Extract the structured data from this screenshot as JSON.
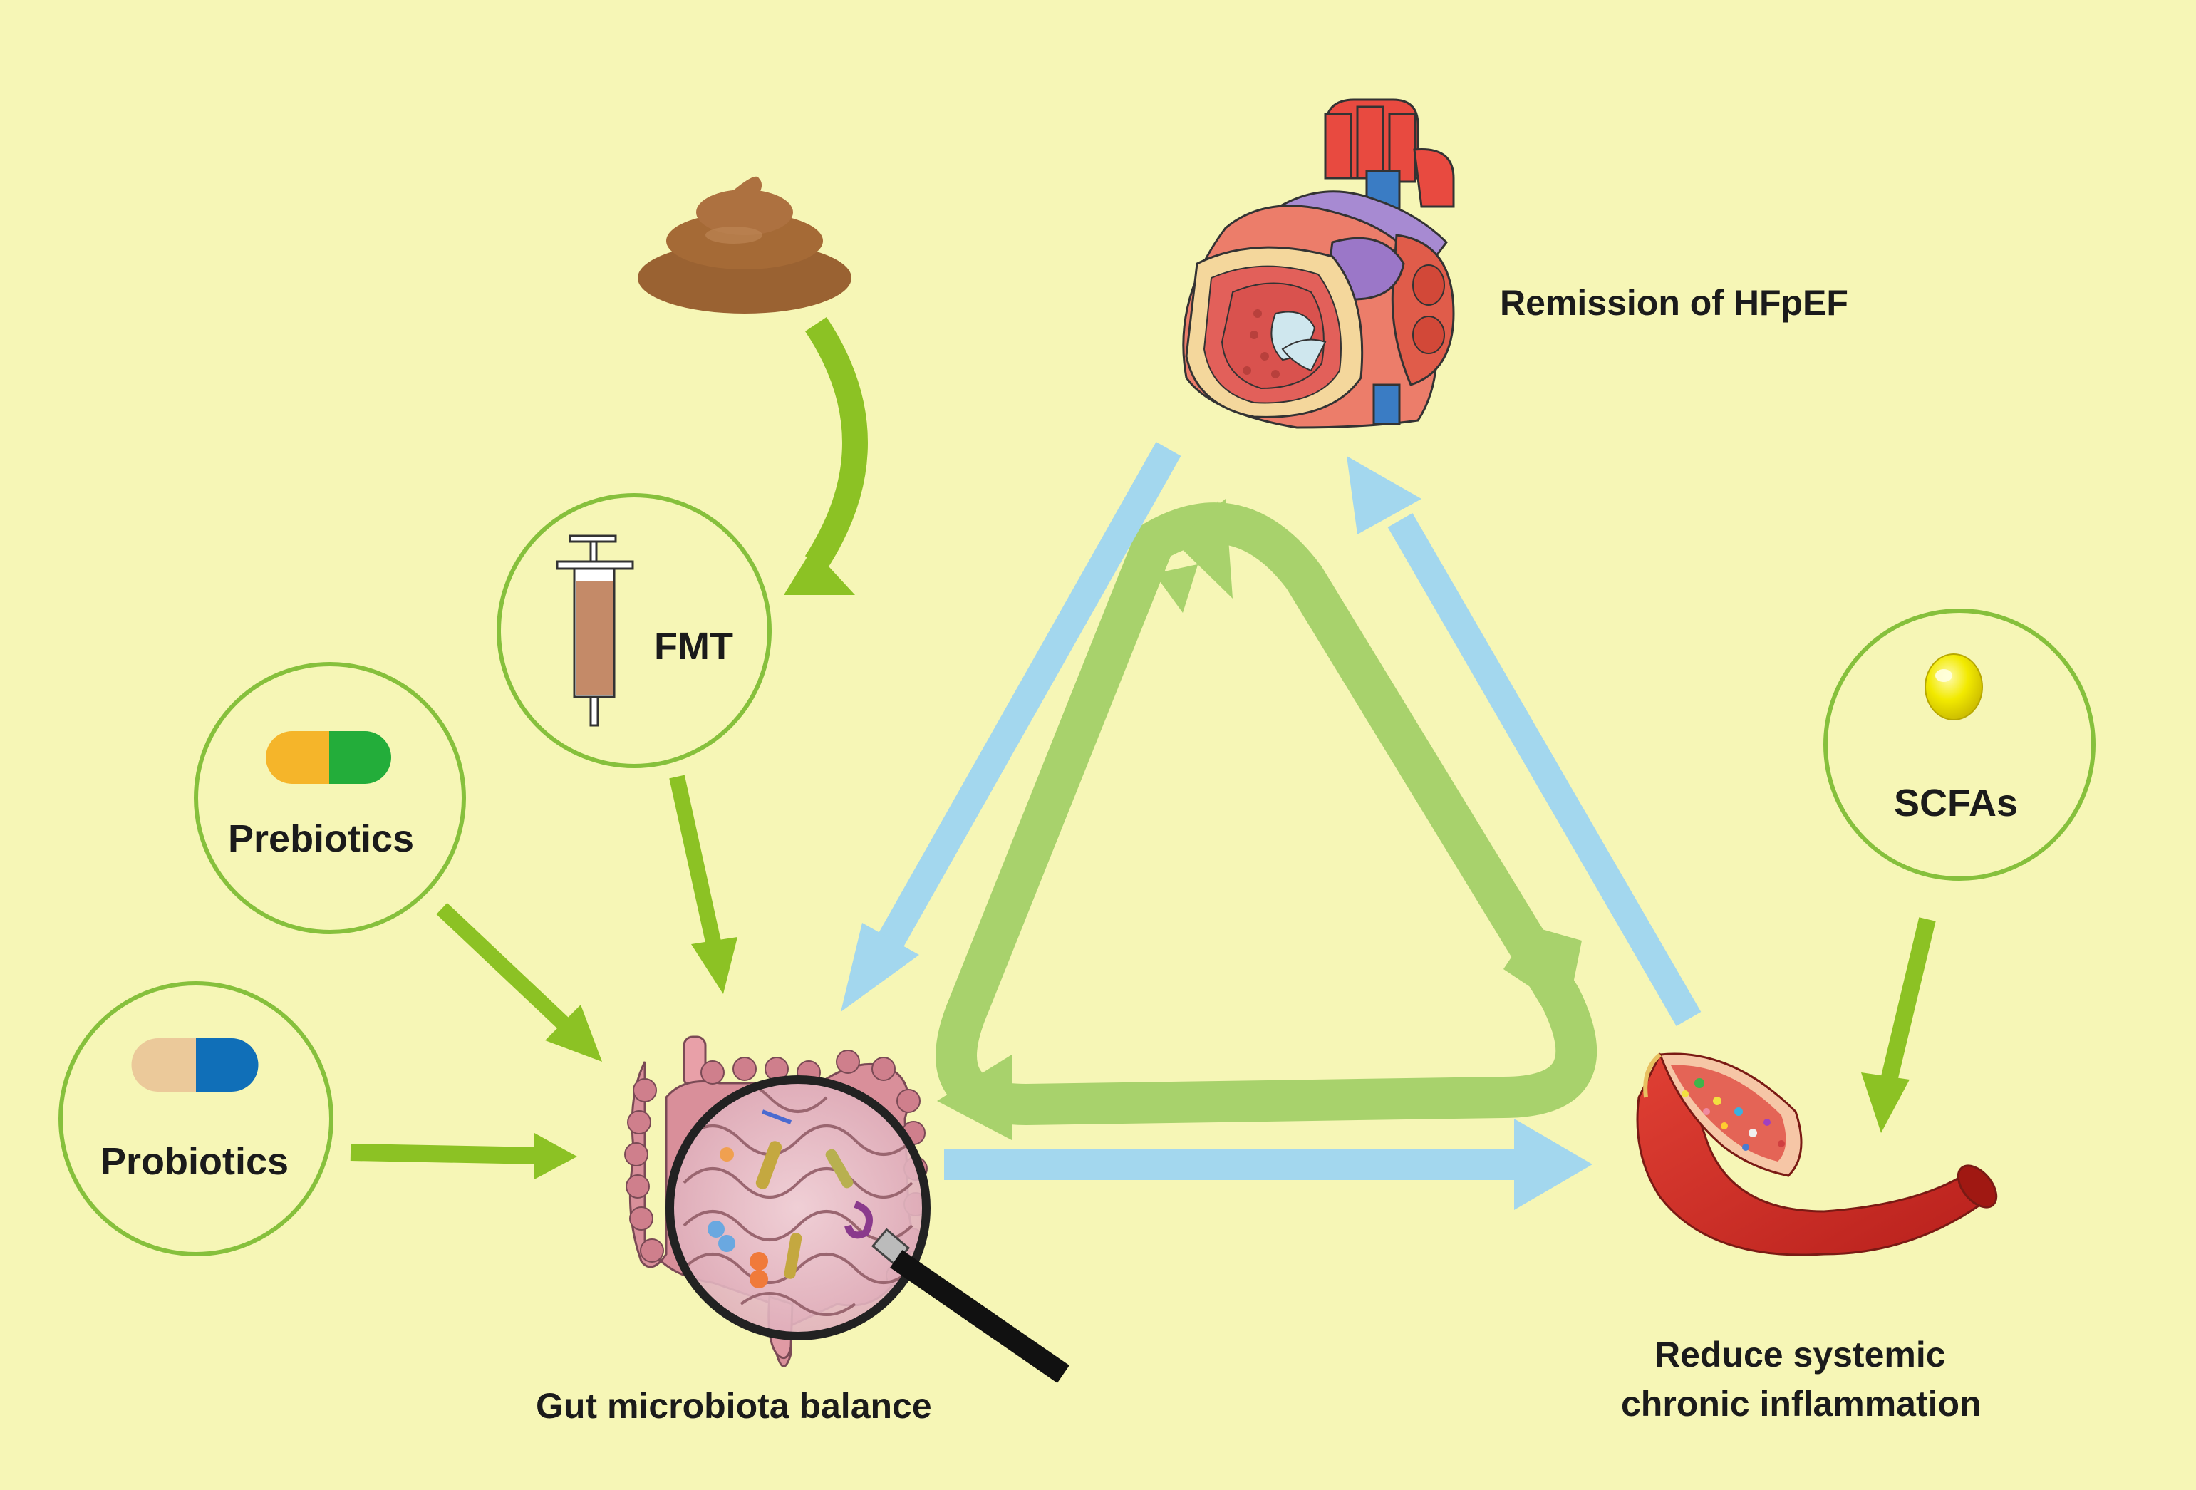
{
  "labels": {
    "fmt": "FMT",
    "prebiotics": "Prebiotics",
    "probiotics": "Probiotics",
    "scfas": "SCFAs",
    "heart": "Remission of HFpEF",
    "gut": "Gut microbiota balance",
    "inflammation_line1": "Reduce systemic",
    "inflammation_line2": "chronic inflammation"
  },
  "colors": {
    "background": "#f6f6b6",
    "green_arrow": "#8cc224",
    "cycle_green": "#a8d26c",
    "blue_arrow": "#a3d7ee",
    "circle_stroke": "#86c03c",
    "text": "#1b1b1b"
  },
  "icons": {
    "stool": "poop-icon",
    "syringe": "syringe-icon",
    "prebiotic_capsule": "capsule-icon",
    "probiotic_capsule": "capsule-icon",
    "scfa_drop": "drop-icon",
    "heart": "heart-icon",
    "intestine": "intestine-icon",
    "magnifier": "magnifier-icon",
    "vessel": "blood-vessel-icon"
  }
}
